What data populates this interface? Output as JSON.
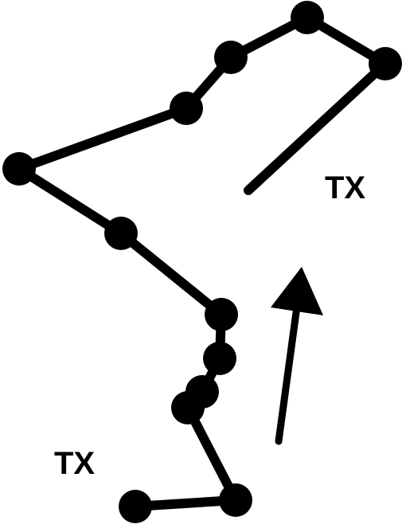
{
  "labels": {
    "end_label": "TX",
    "start_label": "TX"
  },
  "route": {
    "color": "#000000",
    "waypoint_count": 13
  },
  "direction_arrow": {
    "color": "#000000",
    "icon": "arrow-up-icon"
  }
}
